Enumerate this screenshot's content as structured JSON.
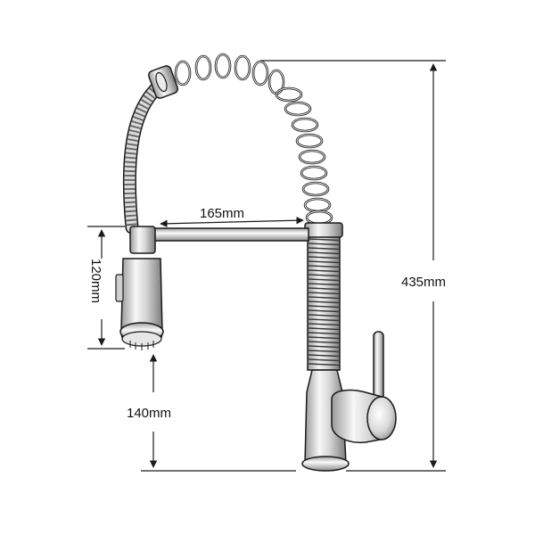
{
  "dimensions": {
    "reach": "165mm",
    "height": "435mm",
    "head_length": "120mm",
    "clearance": "140mm"
  },
  "colors": {
    "line": "#1a1a1a",
    "metal_light": "#f4f4f4",
    "metal_mid": "#cfcfcf",
    "metal_dark": "#8a8a8a",
    "background": "#ffffff"
  }
}
